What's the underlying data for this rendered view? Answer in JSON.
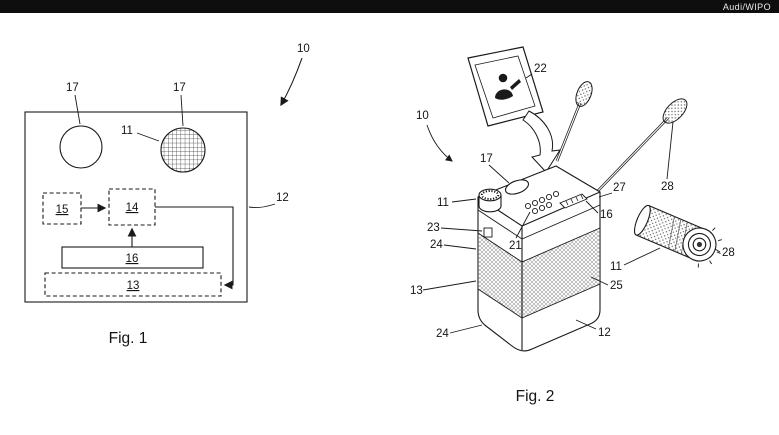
{
  "watermark": "Audi/WIPO",
  "colors": {
    "ink": "#1a1a1a",
    "background": "#ffffff",
    "watermark_bar": "#0e0e0e"
  },
  "icons": {
    "lid_pictogram": "person-icon"
  },
  "fig1": {
    "caption": "Fig. 1",
    "refs": {
      "r10": "10",
      "r11": "11",
      "r12": "12",
      "r13": "13",
      "r14": "14",
      "r15": "15",
      "r16": "16",
      "r17a": "17",
      "r17b": "17"
    }
  },
  "fig2": {
    "caption": "Fig. 2",
    "refs": {
      "r10": "10",
      "r11_knob": "11",
      "r11_roll": "11",
      "r12": "12",
      "r13": "13",
      "r16": "16",
      "r17": "17",
      "r21": "21",
      "r22": "22",
      "r23": "23",
      "r24_top": "24",
      "r24_bottom": "24",
      "r25": "25",
      "r27": "27",
      "r28_a": "28",
      "r28_b": "28"
    }
  }
}
